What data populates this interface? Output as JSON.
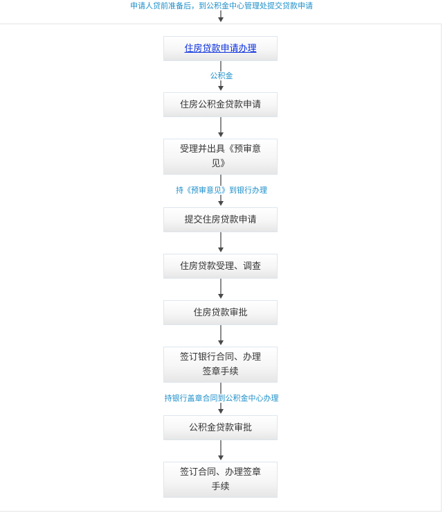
{
  "top_caption": "申请人贷前准备后，到公积金中心管理处提交贷款申请",
  "steps": [
    {
      "label": "住房贷款申请办理",
      "is_link": true
    },
    {
      "label": "住房公积金贷款申请"
    },
    {
      "label": "受理并出具《预审意见》"
    },
    {
      "label": "提交住房贷款申请"
    },
    {
      "label": "住房贷款受理、调查"
    },
    {
      "label": "住房贷款审批"
    },
    {
      "label": "签订银行合同、办理签章手续"
    },
    {
      "label": "公积金贷款审批"
    },
    {
      "label": "签订合同、办理签章手续"
    }
  ],
  "edge_labels": {
    "after_step_1": "公积金",
    "after_step_3": "持《预审意见》到银行办理",
    "after_step_7": "持银行盖章合同到公积金中心办理"
  },
  "colors": {
    "label_blue": "#1d8fc9",
    "link_blue": "#0a2fe0",
    "arrow": "#4a4a4a",
    "box_border": "#dde6ef"
  }
}
